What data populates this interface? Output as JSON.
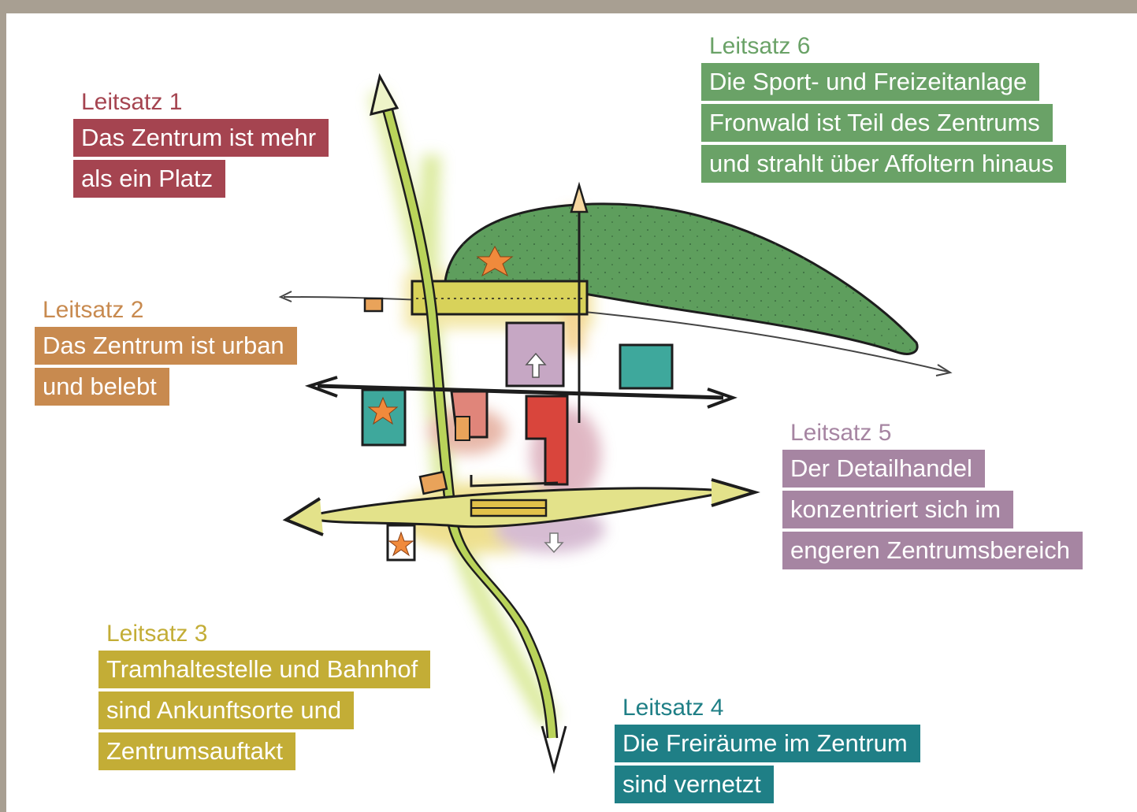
{
  "colors": {
    "leitsatz_1": "#a54450",
    "leitsatz_2": "#c88a4f",
    "leitsatz_3": "#c3ad36",
    "leitsatz_4": "#1f7f86",
    "leitsatz_5": "#a685a2",
    "leitsatz_6": "#6aa267",
    "frame": "#a89f92"
  },
  "leitsaetze": [
    {
      "heading": "Leitsatz 1",
      "lines": [
        "Das Zentrum ist mehr",
        "als ein Platz"
      ]
    },
    {
      "heading": "Leitsatz 2",
      "lines": [
        "Das Zentrum ist urban",
        "und belebt"
      ]
    },
    {
      "heading": "Leitsatz 3",
      "lines": [
        "Tramhaltestelle und Bahnhof",
        "sind Ankunftsorte und",
        "Zentrumsauftakt"
      ]
    },
    {
      "heading": "Leitsatz 4",
      "lines": [
        "Die Freiräume im Zentrum",
        "sind vernetzt"
      ]
    },
    {
      "heading": "Leitsatz 5",
      "lines": [
        "Der Detailhandel",
        "konzentriert sich im",
        "engeren Zentrumsbereich"
      ]
    },
    {
      "heading": "Leitsatz 6",
      "lines": [
        "Die Sport- und Freizeitanlage",
        "Fronwald ist Teil des Zentrums",
        "und strahlt über Affoltern hinaus"
      ]
    }
  ],
  "sketch_icons": [
    "star-icon",
    "star-icon",
    "star-icon",
    "arrow-up-icon",
    "arrow-down-icon"
  ]
}
